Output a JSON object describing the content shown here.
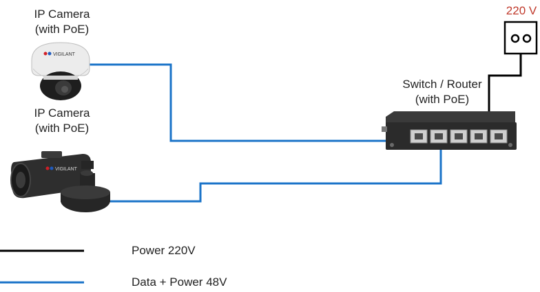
{
  "devices": {
    "camera_dome": {
      "line1": "IP Camera",
      "line2": "(with PoE)",
      "brand": "VIGILANT"
    },
    "camera_bullet": {
      "line1": "IP Camera",
      "line2": "(with PoE)",
      "brand": "VIGILANT"
    },
    "switch": {
      "line1": "Switch / Router",
      "line2": "(with PoE)"
    },
    "outlet": {
      "voltage": "220 V"
    }
  },
  "legend": [
    {
      "label": "Power 220V",
      "color": "#000000"
    },
    {
      "label": "Data + Power 48V",
      "color": "#1a73c8"
    }
  ],
  "colors": {
    "data_line": "#1a73c8",
    "power_line": "#000000",
    "voltage_text": "#c0392b",
    "switch_body": "#2b2b2b"
  }
}
